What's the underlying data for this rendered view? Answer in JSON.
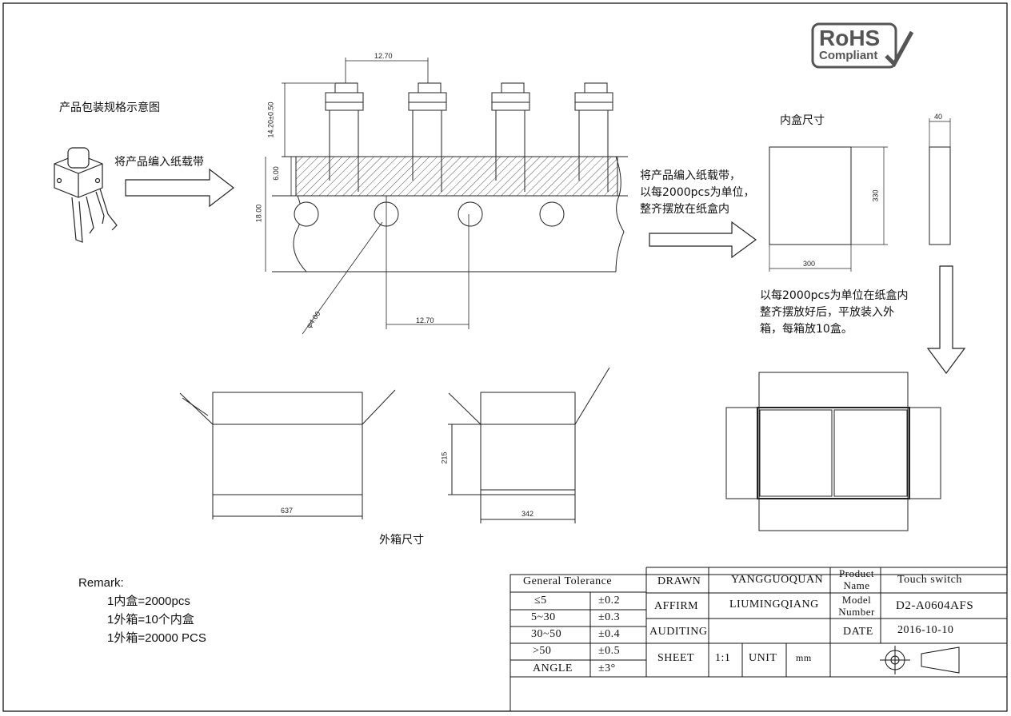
{
  "rohs": {
    "line1": "RoHS",
    "line2": "Compliant"
  },
  "notes": {
    "packaging_title": "产品包装规格示意图",
    "tape_note": "将产品编入纸载带",
    "inner_box_note": [
      "将产品编入纸载带，",
      "以每2000pcs为单位，",
      "整齐摆放在纸盒内"
    ],
    "inner_box_title": "内盒尺寸",
    "outer_note": [
      "以每2000pcs为单位在纸盒内",
      "整齐摆放好后，平放装入外",
      "箱，每箱放10盒。"
    ],
    "outer_box_title": "外箱尺寸"
  },
  "dimensions": {
    "pitch_top": "12.70",
    "pitch_bottom": "12.70",
    "height_top": "14.20±0.50",
    "tape_band": "6.00",
    "tape_width": "18.00",
    "hole_dia": "φ4.00",
    "inner_w": "300",
    "inner_h": "330",
    "inner_d": "40",
    "outer_w": "637",
    "outer_d": "342",
    "outer_h": "215"
  },
  "remark": {
    "title": "Remark:",
    "lines": [
      "1内盒=2000pcs",
      "1外箱=10个内盒",
      "1外箱=20000 PCS"
    ]
  },
  "title_block": {
    "tolerance_header": "General Tolerance",
    "tolerance_rows": [
      [
        "≤5",
        "±0.2"
      ],
      [
        "5~30",
        "±0.3"
      ],
      [
        "30~50",
        "±0.4"
      ],
      [
        ">50",
        "±0.5"
      ],
      [
        "ANGLE",
        "±3°"
      ]
    ],
    "drawn_label": "DRAWN",
    "drawn_value": "YANGGUOQUAN",
    "affirm_label": "AFFIRM",
    "affirm_value": "LIUMINGQIANG",
    "auditing_label": "AUDITING",
    "auditing_value": "",
    "sheet_label": "SHEET",
    "sheet_value": "1:1",
    "unit_label": "UNIT",
    "unit_value": "mm",
    "product_name_label": "Product Name",
    "product_name_value": "Touch switch",
    "model_label": "Model Number",
    "model_value": "D2-A0604AFS",
    "date_label": "DATE",
    "date_value": "2016-10-10"
  }
}
